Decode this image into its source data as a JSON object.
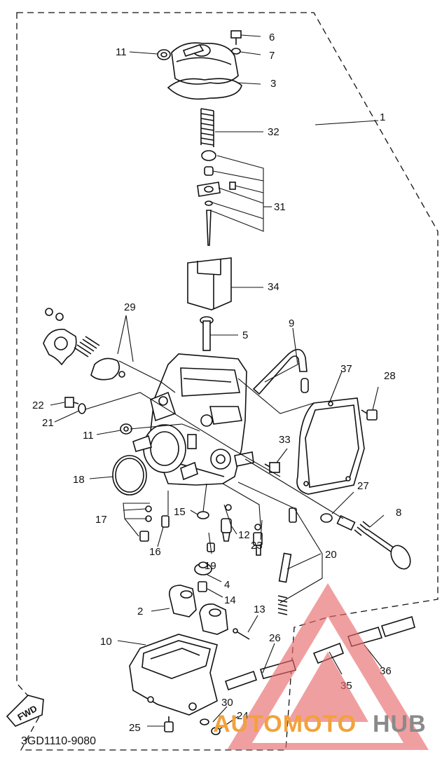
{
  "diagram": {
    "part_code": "3GD1110-9080",
    "fwd_label": "FWD",
    "callouts": [
      "1",
      "2",
      "3",
      "4",
      "5",
      "6",
      "7",
      "8",
      "9",
      "10",
      "11",
      "11",
      "12",
      "13",
      "14",
      "15",
      "16",
      "17",
      "18",
      "19",
      "20",
      "21",
      "22",
      "23",
      "24",
      "25",
      "26",
      "27",
      "28",
      "29",
      "30",
      "31",
      "32",
      "33",
      "34",
      "35",
      "36",
      "37"
    ]
  },
  "watermark": {
    "text_orange": "AUTOMOTO",
    "text_gray": "HUB",
    "colors": {
      "orange": "#f2a23a",
      "gray": "#8a8a8a",
      "triangle": "#e8696b"
    }
  }
}
